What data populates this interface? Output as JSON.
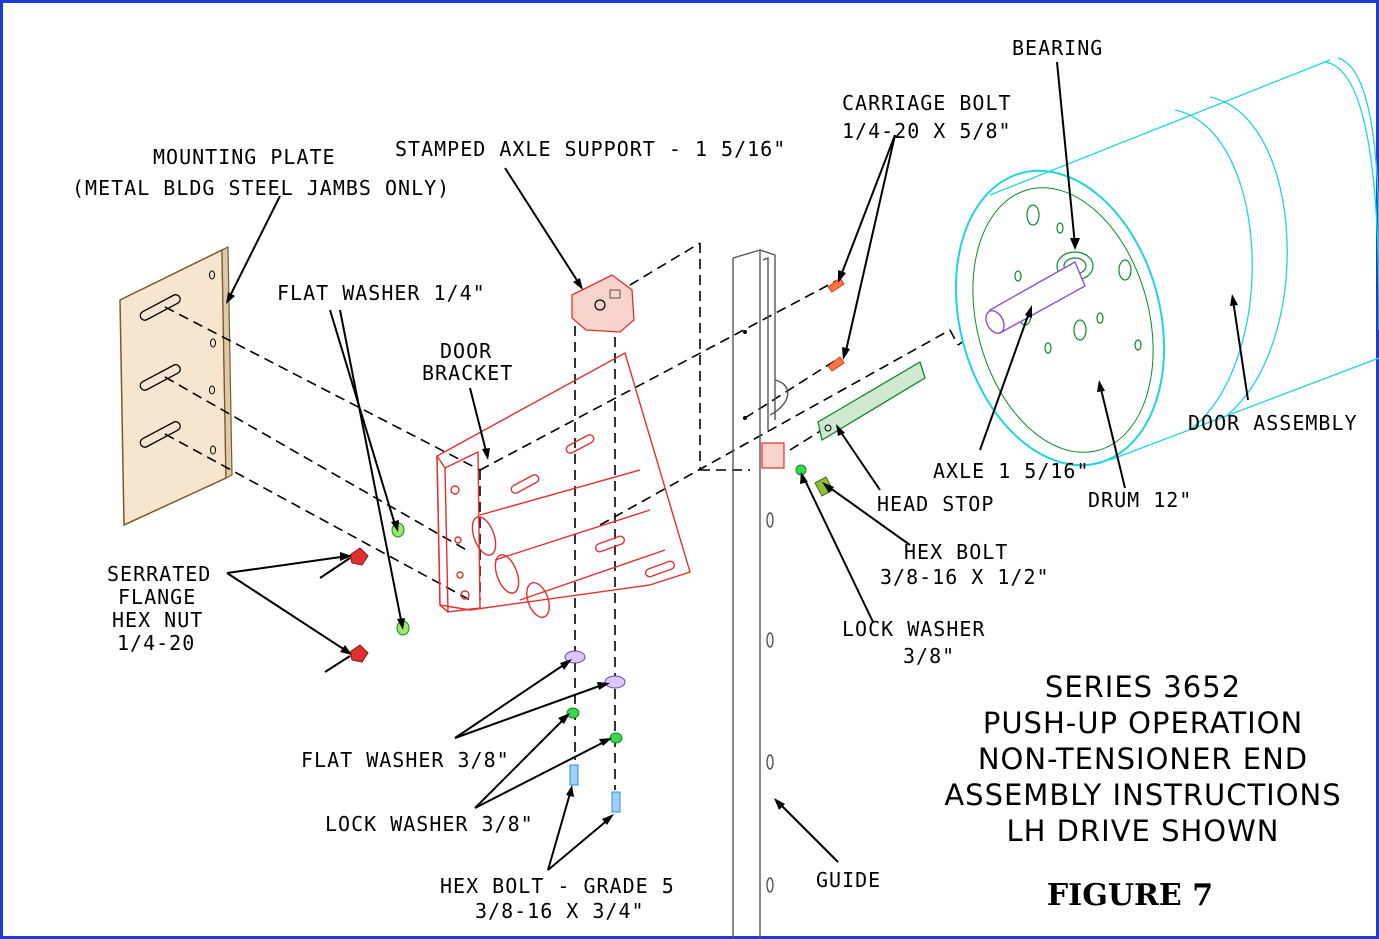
{
  "labels": {
    "bearing": "BEARING",
    "carriage_bolt_1": "CARRIAGE BOLT",
    "carriage_bolt_2": "1/4-20 X 5/8\"",
    "mounting_plate_1": "MOUNTING PLATE",
    "mounting_plate_2": "(METAL BLDG STEEL JAMBS ONLY)",
    "stamped_axle_support": "STAMPED AXLE SUPPORT - 1 5/16\"",
    "flat_washer_quarter": "FLAT WASHER 1/4\"",
    "door_bracket_1": "DOOR",
    "door_bracket_2": "BRACKET",
    "door_assembly": "DOOR ASSEMBLY",
    "axle": "AXLE 1 5/16\"",
    "drum": "DRUM 12\"",
    "head_stop": "HEAD STOP",
    "hex_bolt_1": "HEX BOLT",
    "hex_bolt_2": "3/8-16 X 1/2\"",
    "lock_washer_right_1": "LOCK WASHER",
    "lock_washer_right_2": "3/8\"",
    "serrated_1": "SERRATED",
    "serrated_2": "FLANGE",
    "serrated_3": "HEX NUT",
    "serrated_4": "1/4-20",
    "flat_washer_38": "FLAT WASHER 3/8\"",
    "lock_washer_38": "LOCK WASHER 3/8\"",
    "hex_bolt_grade_1": "HEX BOLT - GRADE 5",
    "hex_bolt_grade_2": "3/8-16 X 3/4\"",
    "guide": "GUIDE"
  },
  "title_block": {
    "line1": "SERIES 3652",
    "line2": "PUSH-UP OPERATION",
    "line3": "NON-TENSIONER END",
    "line4": "ASSEMBLY INSTRUCTIONS",
    "line5": "LH DRIVE SHOWN",
    "figure": "FIGURE 7"
  },
  "colors": {
    "frame": "#1f3bd6",
    "bracket": "#e23030",
    "drum": "#1fd4e0",
    "plate": "#f6e6cf",
    "green": "#39d84a",
    "blue": "#2a8ee6",
    "purple": "#8a4fd8"
  }
}
